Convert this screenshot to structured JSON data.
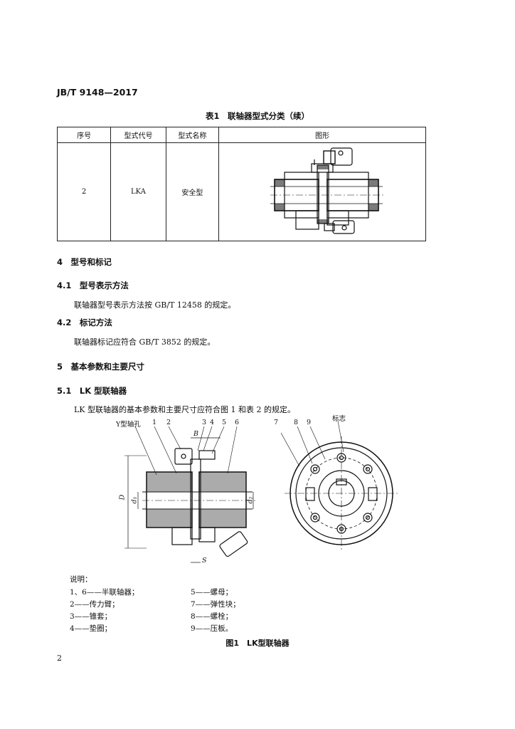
{
  "header": {
    "standard_no": "JB/T 9148—2017"
  },
  "table1": {
    "caption": "表1　联轴器型式分类（续）",
    "columns": [
      "序号",
      "型式代号",
      "型式名称",
      "图形"
    ],
    "row": {
      "seq": "2",
      "code": "LKA",
      "name": "安全型"
    }
  },
  "section4": {
    "heading": "4　型号和标记"
  },
  "s4_1": {
    "heading": "4.1　型号表示方法",
    "text": "联轴器型号表示方法按 GB/T 12458 的规定。"
  },
  "s4_2": {
    "heading": "4.2　标记方法",
    "text": "联轴器标记应符合 GB/T 3852 的规定。"
  },
  "section5": {
    "heading": "5　基本参数和主要尺寸"
  },
  "s5_1": {
    "heading": "5.1　LK 型联轴器",
    "text": "LK 型联轴器的基本参数和主要尺寸应符合图 1 和表 2 的规定。"
  },
  "figure1": {
    "callouts_left": [
      "Y型轴孔",
      "1",
      "2",
      "3",
      "4",
      "5",
      "6"
    ],
    "callouts_right": [
      "7",
      "8",
      "9",
      "标志"
    ],
    "dims": {
      "B": "B",
      "D": "D",
      "d1": "d₁",
      "d2": "d₂",
      "S": "S"
    },
    "legend_title": "说明：",
    "legend_left": [
      "1、6——半联轴器；",
      "2——传力臂；",
      "3——锥套；",
      "4——垫圈；"
    ],
    "legend_right": [
      "5——螺母；",
      "7——弹性块；",
      "8——螺栓；",
      "9——压板。"
    ],
    "caption": "图1　LK型联轴器"
  },
  "page": {
    "number": "2"
  }
}
